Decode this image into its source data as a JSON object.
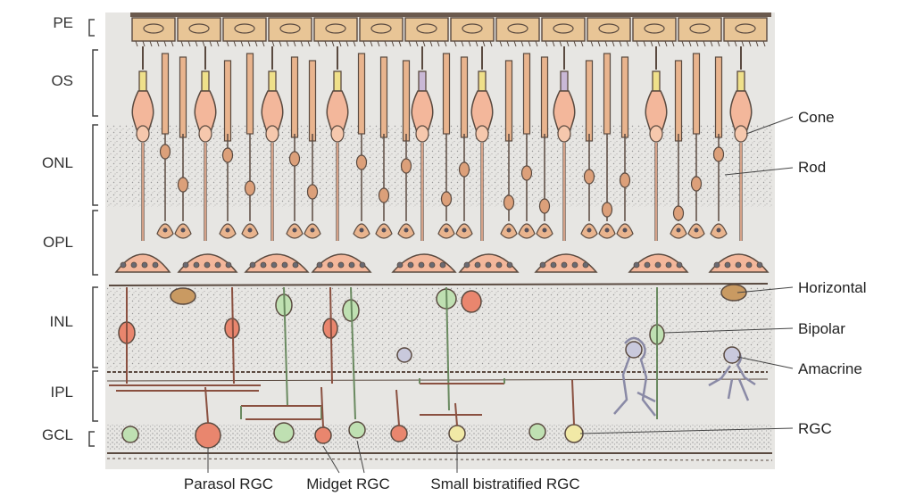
{
  "layers": [
    {
      "id": "pe",
      "label": "PE"
    },
    {
      "id": "os",
      "label": "OS"
    },
    {
      "id": "onl",
      "label": "ONL"
    },
    {
      "id": "opl",
      "label": "OPL"
    },
    {
      "id": "inl",
      "label": "INL"
    },
    {
      "id": "ipl",
      "label": "IPL"
    },
    {
      "id": "gcl",
      "label": "GCL"
    }
  ],
  "cell_labels": [
    {
      "id": "cone",
      "label": "Cone"
    },
    {
      "id": "rod",
      "label": "Rod"
    },
    {
      "id": "horizontal",
      "label": "Horizontal"
    },
    {
      "id": "bipolar",
      "label": "Bipolar"
    },
    {
      "id": "amacrine",
      "label": "Amacrine"
    },
    {
      "id": "rgc",
      "label": "RGC"
    }
  ],
  "bottom_labels": [
    {
      "id": "parasol",
      "label": "Parasol RGC"
    },
    {
      "id": "midget",
      "label": "Midget RGC"
    },
    {
      "id": "bistrat",
      "label": "Small bistratified RGC"
    }
  ],
  "colors": {
    "background": "#e7e6e3",
    "pe_fill": "#e8c596",
    "cone_fill": "#f3b79b",
    "rod_fill": "#e9b48e",
    "outline": "#5a4a40",
    "horizontal_fill": "#c99a62",
    "bipolar_fill": "#bfe0b2",
    "midget_fill": "#e9866e",
    "amacrine_fill": "#c9c9dc",
    "rgc_fill": "#f1e9a6",
    "stipple": "#9a9a9a"
  }
}
